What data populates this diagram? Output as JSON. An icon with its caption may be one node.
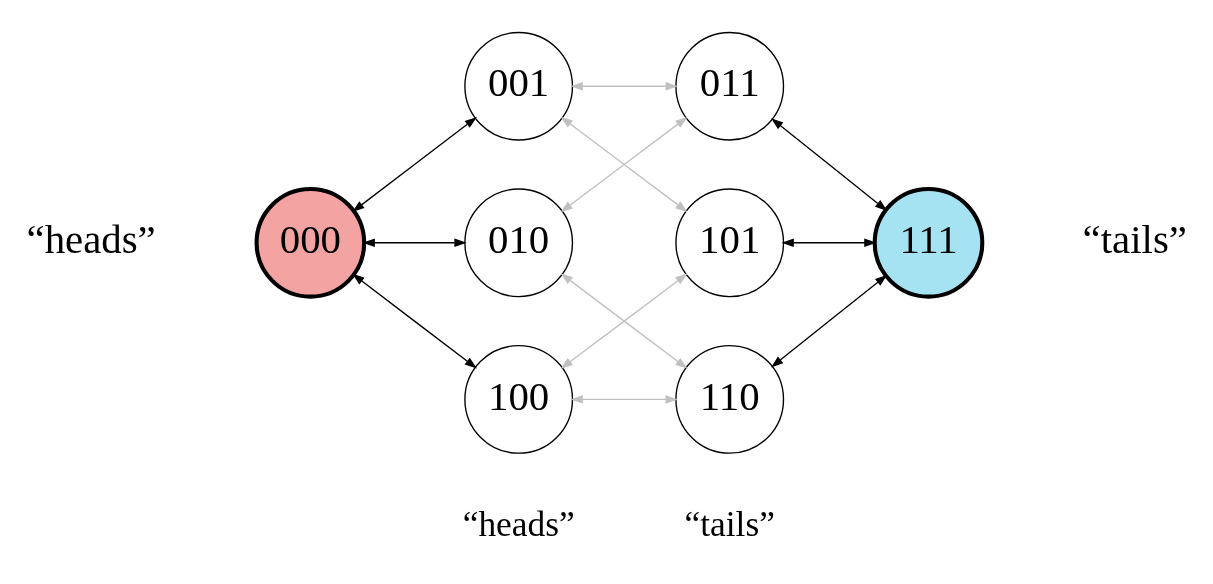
{
  "diagram": {
    "nodes": [
      {
        "text": [
          "001"
        ]
      },
      {
        "text": [
          "011"
        ]
      },
      {
        "text": [
          "000"
        ],
        "beside": [
          "“heads”"
        ]
      },
      {
        "text": [
          "010"
        ]
      },
      {
        "text": [
          "101"
        ]
      },
      {
        "text": [
          "111"
        ],
        "beside": [
          "“tails”"
        ]
      },
      {
        "text": [
          "100"
        ]
      },
      {
        "text": [
          "110"
        ]
      }
    ],
    "edges": [
      {
        "from": 2,
        "to": 0,
        "arrow": "both"
      },
      {
        "from": 2,
        "to": 3,
        "arrow": "both"
      },
      {
        "from": 2,
        "to": 6,
        "arrow": "both"
      },
      {
        "from": 0,
        "to": 1,
        "arrow": "both",
        "color": "#c0c0c0"
      },
      {
        "from": 0,
        "to": 4,
        "arrow": "both",
        "color": "#c0c0c0"
      },
      {
        "from": 3,
        "to": 1,
        "arrow": "both",
        "color": "#c0c0c0"
      },
      {
        "from": 3,
        "to": 7,
        "arrow": "both",
        "color": "#c0c0c0"
      },
      {
        "from": 6,
        "to": 4,
        "arrow": "both",
        "color": "#c0c0c0"
      },
      {
        "from": 6,
        "to": 7,
        "arrow": "both",
        "color": "#c0c0c0"
      },
      {
        "from": 1,
        "to": 5,
        "arrow": "both"
      },
      {
        "from": 4,
        "to": 5,
        "arrow": "both"
      },
      {
        "from": 7,
        "to": 5,
        "arrow": "both"
      }
    ],
    "labels": [
      "“heads”",
      "“tails”"
    ]
  }
}
